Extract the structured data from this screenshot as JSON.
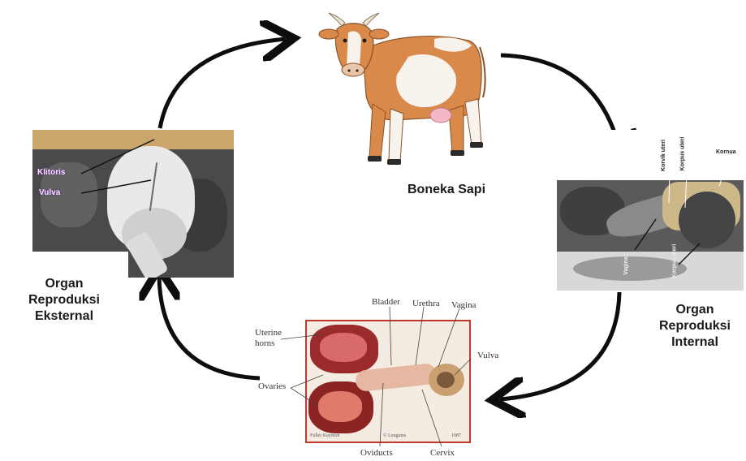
{
  "center": {
    "label": "Boneka Sapi"
  },
  "left": {
    "caption_lines": [
      "Organ",
      "Reproduksi",
      "Eksternal"
    ],
    "photo_labels": [
      "Klitoris",
      "Vulva"
    ]
  },
  "right": {
    "caption_lines": [
      "Organ",
      "Reproduksi",
      "Internal"
    ],
    "photo_labels": [
      "Korvik uteri",
      "Korpus uteri",
      "Kornua",
      "Vagina",
      "Korpus uteri"
    ]
  },
  "bottom": {
    "labels": {
      "bladder": "Bladder",
      "urethra": "Urethra",
      "vagina": "Vagina",
      "uterine_horns": "Uterine\nhorns",
      "vulva": "Vulva",
      "ovaries": "Ovaries",
      "oviducts": "Oviducts",
      "cervix": "Cervix"
    },
    "footer": [
      "Fuller Kaymon",
      "© Lenguins",
      "1987"
    ]
  },
  "colors": {
    "arrow": "#0d0d0d",
    "frame_red": "#c0392b",
    "cow_orange": "#d98a4a"
  }
}
